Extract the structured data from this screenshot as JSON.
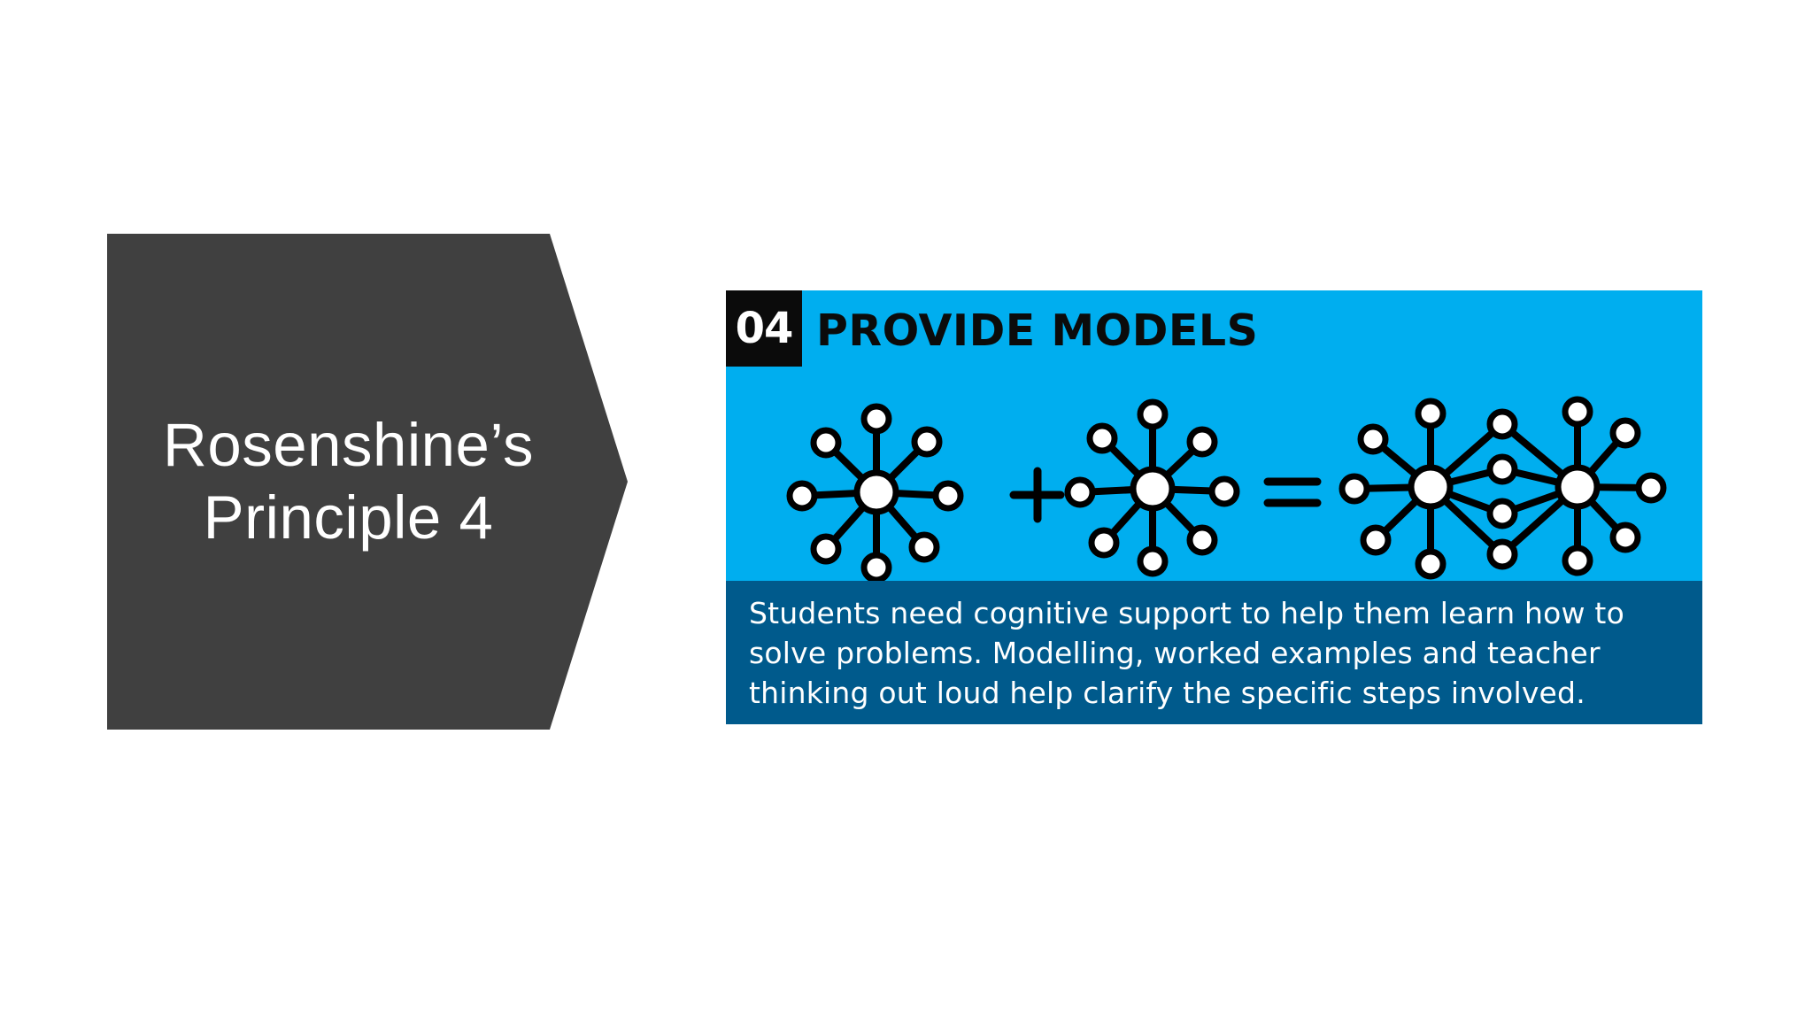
{
  "slide": {
    "title_line1": "Rosenshine’s",
    "title_line2": "Principle 4",
    "chevron_color": "#404040",
    "title_color": "#ffffff"
  },
  "infographic": {
    "number": "04",
    "heading": "PROVIDE MODELS",
    "colors": {
      "top_bg": "#00aeef",
      "bottom_bg": "#005a8c",
      "number_bg": "#0b0b0b"
    },
    "description_lines": [
      "Students need cognitive support to help them learn how to",
      "solve problems. Modelling, worked examples and teacher",
      "thinking out loud help clarify the specific steps involved."
    ],
    "icons": [
      "network-icon",
      "plus-icon",
      "network-icon",
      "equals-icon",
      "combined-network-icon"
    ]
  }
}
